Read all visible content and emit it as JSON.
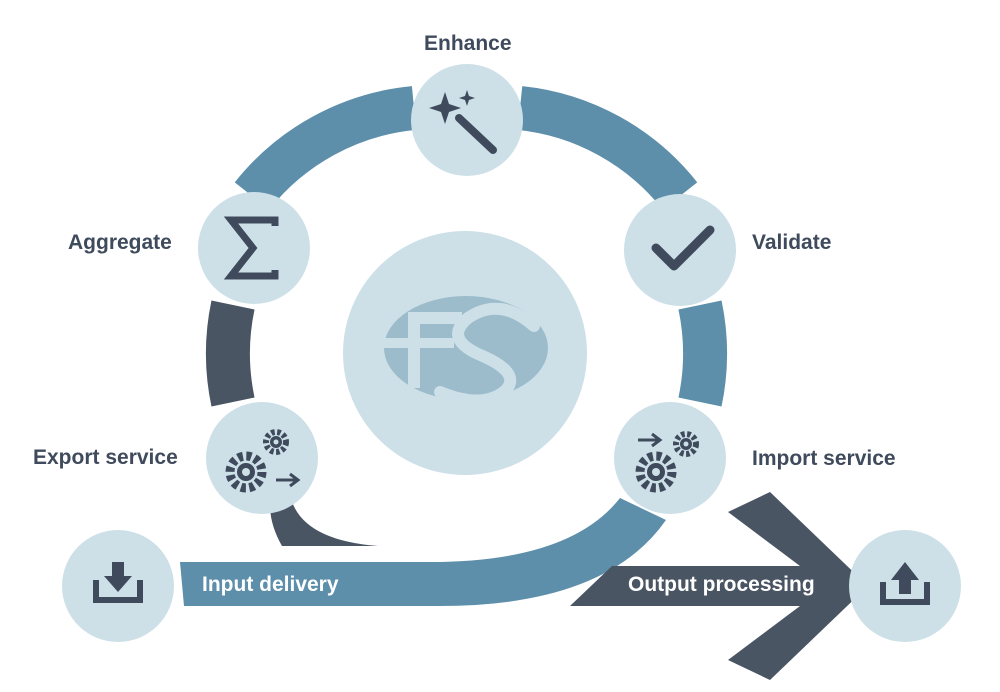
{
  "colors": {
    "steel_blue": "#5d8fab",
    "dark_slate": "#4a5563",
    "circle_fill": "#cde0e8",
    "icon_color": "#3f4b5c",
    "logo_fill": "#9cbccc",
    "text_dark": "#3f4b5c",
    "text_light": "#ffffff"
  },
  "steps": {
    "enhance": {
      "label": "Enhance",
      "icon": "magic-wand-icon"
    },
    "validate": {
      "label": "Validate",
      "icon": "checkmark-icon"
    },
    "aggregate": {
      "label": "Aggregate",
      "icon": "sigma-icon"
    },
    "export_service": {
      "label": "Export service",
      "icon": "gears-arrow-out-icon"
    },
    "import_service": {
      "label": "Import service",
      "icon": "gears-arrow-in-icon"
    }
  },
  "flows": {
    "input_delivery": {
      "label": "Input delivery",
      "icon": "download-tray-icon"
    },
    "output_processing": {
      "label": "Output processing",
      "icon": "upload-tray-icon"
    }
  },
  "center": {
    "logo_text": "FS",
    "icon": "fs-logo"
  }
}
